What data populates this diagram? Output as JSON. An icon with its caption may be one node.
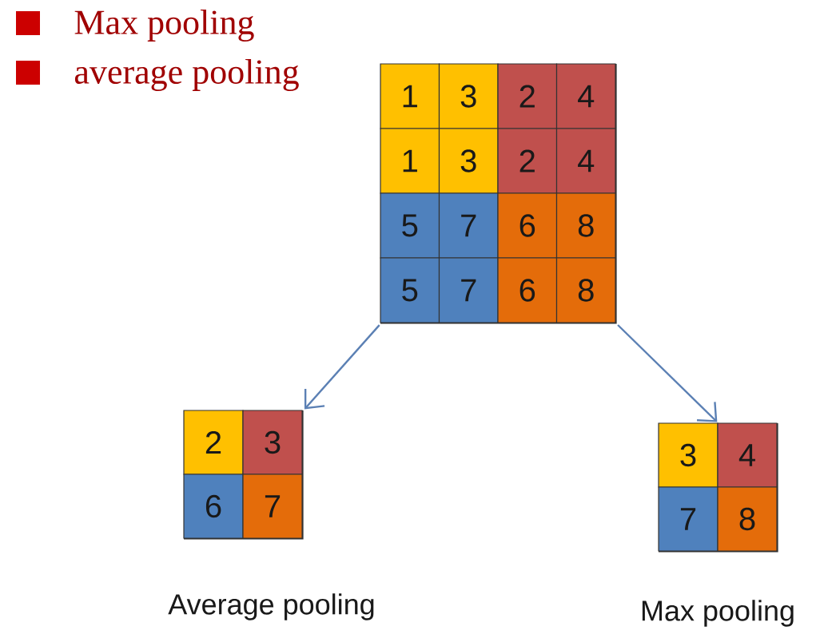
{
  "diagram": {
    "nodes": [
      {
        "text": [],
        "shape": "box"
      },
      {
        "text": [
          "1"
        ],
        "in": 0
      },
      {
        "text": [
          "3"
        ],
        "in": 0
      },
      {
        "text": [
          "2"
        ],
        "in": 0
      },
      {
        "text": [
          "4"
        ],
        "in": 0
      },
      {
        "text": [
          "1"
        ],
        "in": 0
      },
      {
        "text": [
          "3"
        ],
        "in": 0
      },
      {
        "text": [
          "2"
        ],
        "in": 0
      },
      {
        "text": [
          "4"
        ],
        "in": 0
      },
      {
        "text": [
          "5"
        ],
        "in": 0
      },
      {
        "text": [
          "7"
        ],
        "in": 0
      },
      {
        "text": [
          "6"
        ],
        "in": 0
      },
      {
        "text": [
          "8"
        ],
        "in": 0
      },
      {
        "text": [
          "5"
        ],
        "in": 0
      },
      {
        "text": [
          "7"
        ],
        "in": 0
      },
      {
        "text": [
          "6"
        ],
        "in": 0
      },
      {
        "text": [
          "8"
        ],
        "in": 0
      },
      {
        "text": [],
        "shape": "box",
        "beside": [
          "Average pooling"
        ]
      },
      {
        "text": [
          "2"
        ],
        "in": 17
      },
      {
        "text": [
          "3"
        ],
        "in": 17
      },
      {
        "text": [
          "6"
        ],
        "in": 17
      },
      {
        "text": [
          "7"
        ],
        "in": 17
      },
      {
        "text": [],
        "shape": "box",
        "beside": [
          "Max pooling"
        ]
      },
      {
        "text": [
          "3"
        ],
        "in": 22
      },
      {
        "text": [
          "4"
        ],
        "in": 22
      },
      {
        "text": [
          "7"
        ],
        "in": 22
      },
      {
        "text": [
          "8"
        ],
        "in": 22
      }
    ],
    "edges": [
      {
        "from": 0,
        "to": 17,
        "arrow": "to"
      },
      {
        "from": 0,
        "to": 22,
        "arrow": "to"
      }
    ],
    "labels": [
      "Max pooling",
      "average pooling"
    ]
  }
}
